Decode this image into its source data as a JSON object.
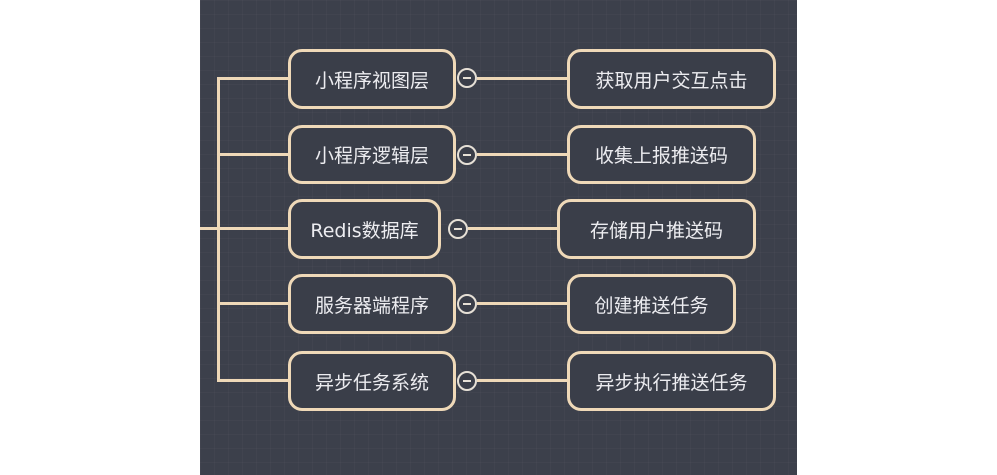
{
  "colors": {
    "background": "#3c404b",
    "border": "#efd9b8",
    "text": "#ececf0"
  },
  "branches": [
    {
      "label": "小程序视图层",
      "child": "获取用户交互点击"
    },
    {
      "label": "小程序逻辑层",
      "child": "收集上报推送码"
    },
    {
      "label": "Redis数据库",
      "child": "存储用户推送码"
    },
    {
      "label": "服务器端程序",
      "child": "创建推送任务"
    },
    {
      "label": "异步任务系统",
      "child": "异步执行推送任务"
    }
  ]
}
